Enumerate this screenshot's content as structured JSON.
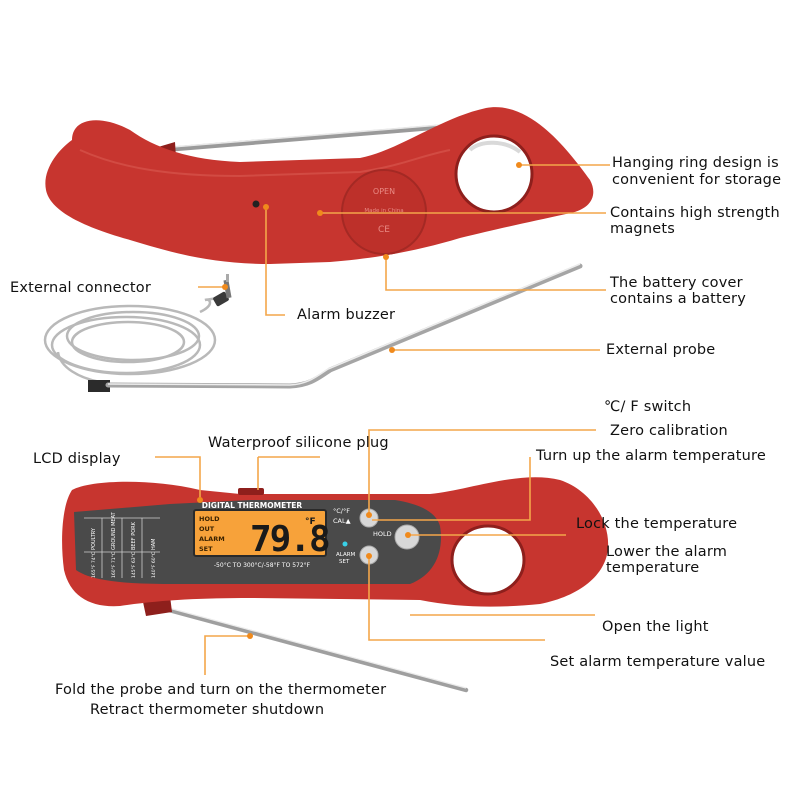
{
  "colors": {
    "body": "#c7352f",
    "body_dark": "#8e1f1c",
    "panel": "#4a4a4a",
    "lcd": "#f7a23a",
    "leader": "#f4a64a"
  },
  "callouts": {
    "hanging_ring": [
      "Hanging ring design is",
      "convenient for storage"
    ],
    "magnets": [
      "Contains high strength",
      "magnets"
    ],
    "battery": [
      "The battery cover",
      "contains a battery"
    ],
    "external_connector": "External connector",
    "alarm_buzzer": "Alarm buzzer",
    "external_probe": "External probe",
    "cf_switch": "℃/ F switch",
    "zero_calibration": "Zero calibration",
    "lcd_display": "LCD display",
    "waterproof_plug": "Waterproof silicone plug",
    "alarm_up": "Turn up the alarm temperature",
    "lock_temp": "Lock the temperature",
    "alarm_down": [
      "Lower the alarm",
      "temperature"
    ],
    "light": "Open the light",
    "set_alarm": "Set alarm temperature value",
    "fold_probe": [
      "Fold the probe and turn on the thermometer",
      "Retract thermometer shutdown"
    ]
  },
  "device": {
    "cover_open": "OPEN",
    "cover_made": "Made in China",
    "cover_ce": "CE",
    "panel_title": "DIGITAL THERMOMETER",
    "lcd_modes": [
      "HOLD",
      "OUT",
      "ALARM",
      "SET"
    ],
    "lcd_value": "79.8",
    "lcd_unit": "°F",
    "range_text": "-50°C TO 300°C/-58°F TO 572°F",
    "btn_cf": "°C/°F",
    "btn_cal": "CAL▲",
    "btn_hold": "HOLD",
    "btn_alarm": "ALARM",
    "btn_set": "SET",
    "food_chart": [
      "POULTRY",
      "GROUND MEAT",
      "BEEF PORK",
      "HAM"
    ],
    "temps": [
      "165°F 74°C",
      "160°F 71°C",
      "145°F 63°C",
      "140°F 60°C"
    ]
  }
}
